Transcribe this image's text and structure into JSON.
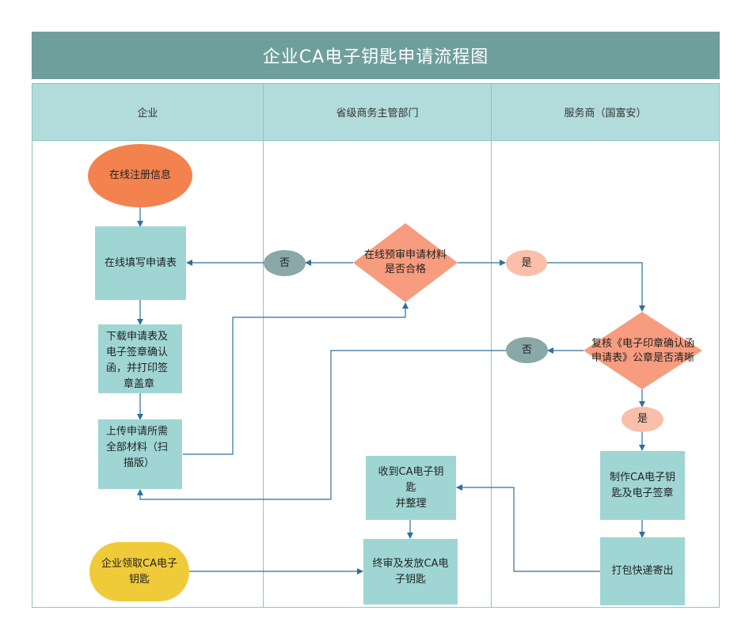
{
  "title": "企业CA电子钥匙申请流程图",
  "lanes": [
    "企业",
    "省级商务主管部门",
    "服务商（国富安）"
  ],
  "nodes": {
    "register": "在线注册信息",
    "fill_form": "在线填写申请表",
    "download_line1": "下载申请表及",
    "download_line2": "电子签章确认",
    "download_line3": "函，并打印签",
    "download_line4": "章盖章",
    "upload_line1": "上传申请所需",
    "upload_line2": "全部材料（扫",
    "upload_line3": "描版）",
    "receive_key_line1": "企业领取CA电子",
    "receive_key_line2": "钥匙",
    "precheck_line1": "在线预审申请材料",
    "precheck_line2": "是否合格",
    "no1": "否",
    "collect_line1": "收到CA电子钥匙",
    "collect_line2": "并整理",
    "final_line1": "终审及发放CA电",
    "final_line2": "子钥匙",
    "yes1": "是",
    "recheck_line1": "复核《电子印章确认函",
    "recheck_line2": "申请表》公章是否清晰",
    "no2": "否",
    "yes2": "是",
    "make_line1": "制作CA电子钥",
    "make_line2": "匙及电子签章",
    "ship": "打包快递寄出"
  },
  "colors": {
    "title_bg": "#6f9f9d",
    "header_bg": "#b2dcdb",
    "process": "#9fd6d4",
    "start": "#f4824e",
    "end": "#efcb3a",
    "decision": "#f79c7e",
    "no_oval": "#8aa8a8",
    "yes_oval": "#f9bfaa",
    "connector": "#2e6f9e"
  }
}
